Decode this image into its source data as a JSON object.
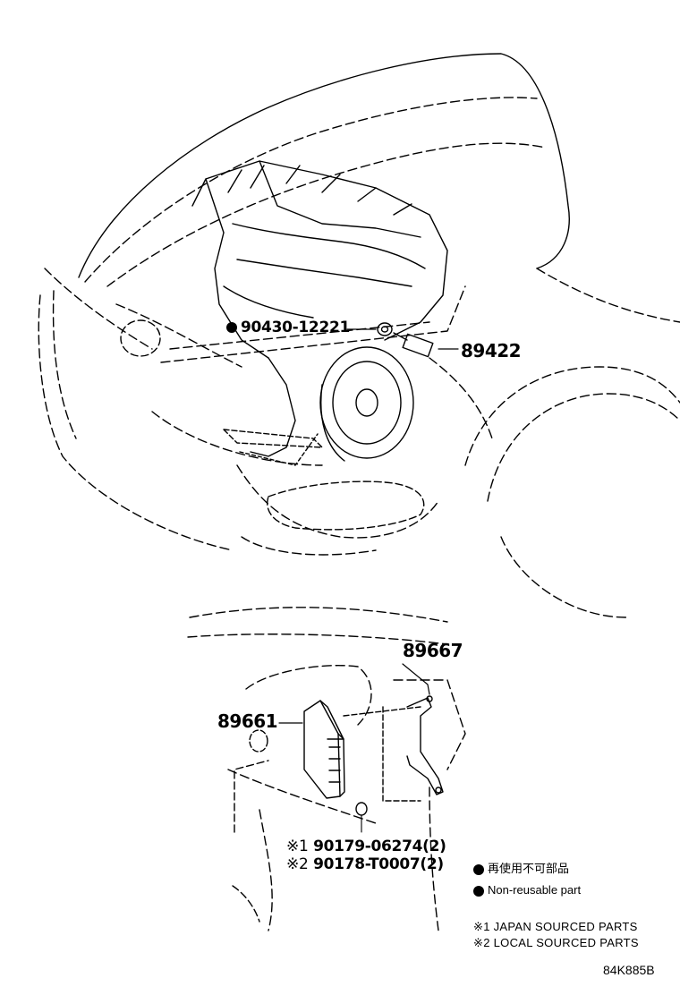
{
  "parts": {
    "p89422": "89422",
    "p90430": "90430-12221",
    "p89667": "89667",
    "p89661": "89661",
    "p90179": "90179-06274(2)",
    "p90178": "90178-T0007(2)"
  },
  "marks": {
    "ref1": "※1",
    "ref2": "※2"
  },
  "legend": {
    "jp": "再使用不可部品",
    "en": "Non-reusable part"
  },
  "notes": {
    "n1": "※1  JAPAN SOURCED PARTS",
    "n2": "※2  LOCAL SOURCED PARTS"
  },
  "reference": "84K885B",
  "colors": {
    "ink": "#000000",
    "paper": "#ffffff"
  },
  "icons": {
    "non_reusable": "filled-circle-icon"
  }
}
